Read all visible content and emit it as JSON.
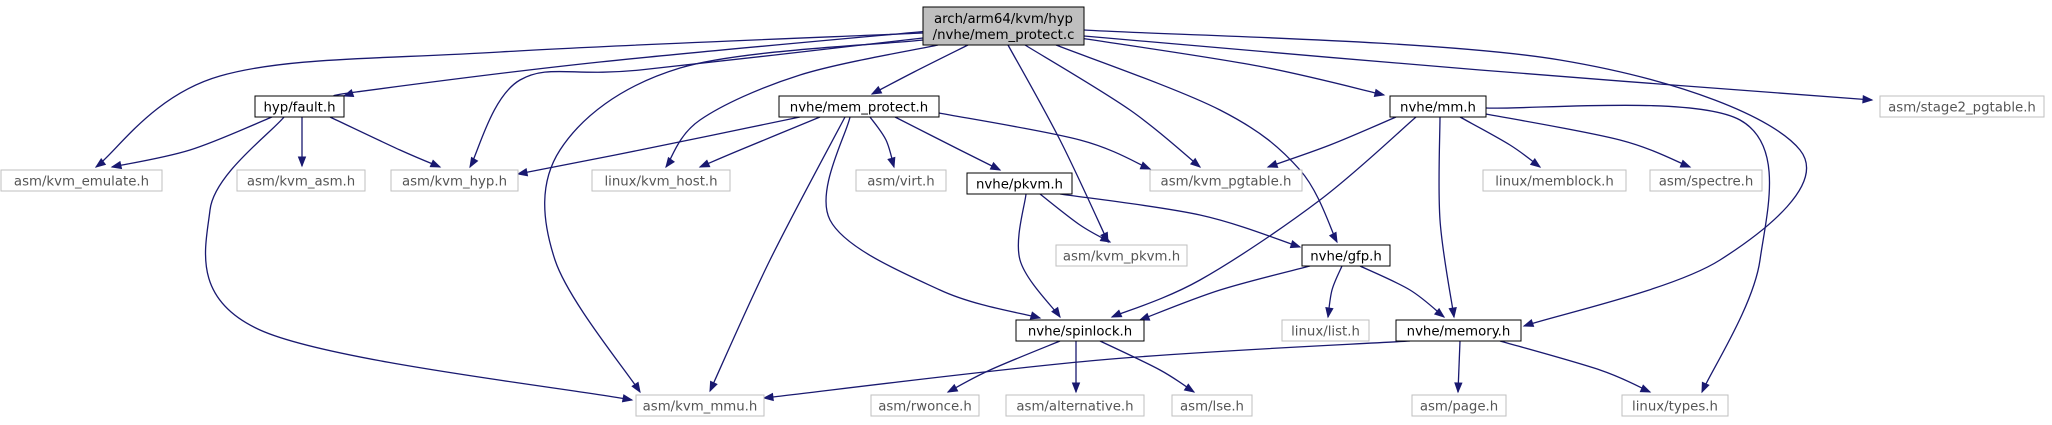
{
  "diagram": {
    "type": "include-dependency-graph",
    "colors": {
      "edge": "#191970",
      "root_fill": "#bfbfbf",
      "local_border": "#000000",
      "external_border": "#bfbfbf"
    },
    "nodes": [
      {
        "id": "root",
        "lines": [
          "arch/arm64/kvm/hyp",
          "/nvhe/mem_protect.c"
        ],
        "kind": "root"
      },
      {
        "id": "hyp_fault",
        "lines": [
          "hyp/fault.h"
        ],
        "kind": "local"
      },
      {
        "id": "nvhe_mem_protect",
        "lines": [
          "nvhe/mem_protect.h"
        ],
        "kind": "local"
      },
      {
        "id": "nvhe_mm",
        "lines": [
          "nvhe/mm.h"
        ],
        "kind": "local"
      },
      {
        "id": "asm_stage2_pgtable",
        "lines": [
          "asm/stage2_pgtable.h"
        ],
        "kind": "external"
      },
      {
        "id": "asm_kvm_emulate",
        "lines": [
          "asm/kvm_emulate.h"
        ],
        "kind": "external"
      },
      {
        "id": "asm_kvm_asm",
        "lines": [
          "asm/kvm_asm.h"
        ],
        "kind": "external"
      },
      {
        "id": "asm_kvm_hyp",
        "lines": [
          "asm/kvm_hyp.h"
        ],
        "kind": "external"
      },
      {
        "id": "linux_kvm_host",
        "lines": [
          "linux/kvm_host.h"
        ],
        "kind": "external"
      },
      {
        "id": "asm_virt",
        "lines": [
          "asm/virt.h"
        ],
        "kind": "external"
      },
      {
        "id": "nvhe_pkvm",
        "lines": [
          "nvhe/pkvm.h"
        ],
        "kind": "local"
      },
      {
        "id": "asm_kvm_pgtable",
        "lines": [
          "asm/kvm_pgtable.h"
        ],
        "kind": "external"
      },
      {
        "id": "linux_memblock",
        "lines": [
          "linux/memblock.h"
        ],
        "kind": "external"
      },
      {
        "id": "asm_spectre",
        "lines": [
          "asm/spectre.h"
        ],
        "kind": "external"
      },
      {
        "id": "asm_kvm_pkvm",
        "lines": [
          "asm/kvm_pkvm.h"
        ],
        "kind": "external"
      },
      {
        "id": "nvhe_gfp",
        "lines": [
          "nvhe/gfp.h"
        ],
        "kind": "local"
      },
      {
        "id": "linux_list",
        "lines": [
          "linux/list.h"
        ],
        "kind": "external"
      },
      {
        "id": "nvhe_spinlock",
        "lines": [
          "nvhe/spinlock.h"
        ],
        "kind": "local"
      },
      {
        "id": "nvhe_memory",
        "lines": [
          "nvhe/memory.h"
        ],
        "kind": "local"
      },
      {
        "id": "asm_kvm_mmu",
        "lines": [
          "asm/kvm_mmu.h"
        ],
        "kind": "external"
      },
      {
        "id": "asm_rwonce",
        "lines": [
          "asm/rwonce.h"
        ],
        "kind": "external"
      },
      {
        "id": "asm_alternative",
        "lines": [
          "asm/alternative.h"
        ],
        "kind": "external"
      },
      {
        "id": "asm_lse",
        "lines": [
          "asm/lse.h"
        ],
        "kind": "external"
      },
      {
        "id": "asm_page",
        "lines": [
          "asm/page.h"
        ],
        "kind": "external"
      },
      {
        "id": "linux_types",
        "lines": [
          "linux/types.h"
        ],
        "kind": "external"
      }
    ],
    "edges": [
      {
        "from": "root",
        "to": "hyp_fault"
      },
      {
        "from": "root",
        "to": "nvhe_mem_protect"
      },
      {
        "from": "root",
        "to": "nvhe_mm"
      },
      {
        "from": "root",
        "to": "asm_stage2_pgtable"
      },
      {
        "from": "root",
        "to": "asm_kvm_emulate"
      },
      {
        "from": "root",
        "to": "asm_kvm_hyp"
      },
      {
        "from": "root",
        "to": "linux_kvm_host"
      },
      {
        "from": "root",
        "to": "asm_kvm_pgtable"
      },
      {
        "from": "root",
        "to": "asm_kvm_pkvm"
      },
      {
        "from": "root",
        "to": "nvhe_gfp"
      },
      {
        "from": "root",
        "to": "nvhe_memory"
      },
      {
        "from": "root",
        "to": "asm_kvm_mmu"
      },
      {
        "from": "hyp_fault",
        "to": "asm_kvm_emulate"
      },
      {
        "from": "hyp_fault",
        "to": "asm_kvm_asm"
      },
      {
        "from": "hyp_fault",
        "to": "asm_kvm_hyp"
      },
      {
        "from": "hyp_fault",
        "to": "asm_kvm_mmu"
      },
      {
        "from": "nvhe_mem_protect",
        "to": "asm_kvm_hyp"
      },
      {
        "from": "nvhe_mem_protect",
        "to": "linux_kvm_host"
      },
      {
        "from": "nvhe_mem_protect",
        "to": "asm_virt"
      },
      {
        "from": "nvhe_mem_protect",
        "to": "nvhe_pkvm"
      },
      {
        "from": "nvhe_mem_protect",
        "to": "asm_kvm_pgtable"
      },
      {
        "from": "nvhe_mem_protect",
        "to": "nvhe_spinlock"
      },
      {
        "from": "nvhe_mem_protect",
        "to": "asm_kvm_mmu"
      },
      {
        "from": "nvhe_pkvm",
        "to": "asm_kvm_pkvm"
      },
      {
        "from": "nvhe_pkvm",
        "to": "nvhe_gfp"
      },
      {
        "from": "nvhe_pkvm",
        "to": "nvhe_spinlock"
      },
      {
        "from": "nvhe_mm",
        "to": "asm_kvm_pgtable"
      },
      {
        "from": "nvhe_mm",
        "to": "linux_memblock"
      },
      {
        "from": "nvhe_mm",
        "to": "asm_spectre"
      },
      {
        "from": "nvhe_mm",
        "to": "nvhe_spinlock"
      },
      {
        "from": "nvhe_mm",
        "to": "nvhe_memory"
      },
      {
        "from": "nvhe_mm",
        "to": "linux_types"
      },
      {
        "from": "nvhe_gfp",
        "to": "linux_list"
      },
      {
        "from": "nvhe_gfp",
        "to": "nvhe_spinlock"
      },
      {
        "from": "nvhe_gfp",
        "to": "nvhe_memory"
      },
      {
        "from": "nvhe_spinlock",
        "to": "asm_rwonce"
      },
      {
        "from": "nvhe_spinlock",
        "to": "asm_alternative"
      },
      {
        "from": "nvhe_spinlock",
        "to": "asm_lse"
      },
      {
        "from": "nvhe_memory",
        "to": "asm_kvm_mmu"
      },
      {
        "from": "nvhe_memory",
        "to": "asm_page"
      },
      {
        "from": "nvhe_memory",
        "to": "linux_types"
      }
    ]
  }
}
